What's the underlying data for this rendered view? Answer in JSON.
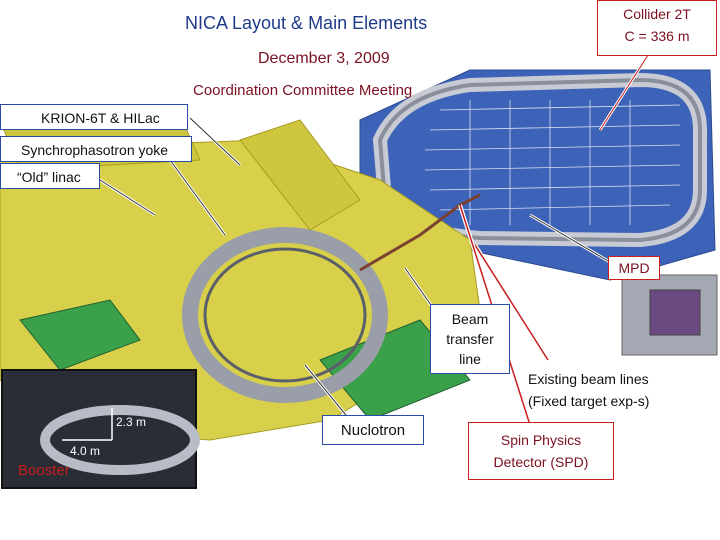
{
  "header": {
    "title": "NICA Layout & Main Elements",
    "date": "December 3, 2009",
    "meeting": "Coordination Committee Meeting"
  },
  "labels": {
    "collider_line1": "Collider 2T",
    "collider_line2": "C = 336 m",
    "krion": "KRION-6T & HILac",
    "synchrophasotron": "Synchrophasotron yoke",
    "old_linac": "“Old” linac",
    "mpd": "MPD",
    "beam_transfer_1": "Beam",
    "beam_transfer_2": "transfer",
    "beam_transfer_3": "line",
    "existing_1": "Existing beam lines",
    "existing_2": "(Fixed target exp-s)",
    "nuclotron": "Nuclotron",
    "spd_1": "Spin Physics",
    "spd_2": "Detector (SPD)",
    "dim_vertical": "2.3 m",
    "dim_horizontal": "4.0 m",
    "booster": "Booster"
  },
  "colors": {
    "blue_box": "#2b4ba8",
    "red_accent": "#c81e1e",
    "yellow_structure": "#d9d24a",
    "blue_floor": "#3a5fb5"
  }
}
